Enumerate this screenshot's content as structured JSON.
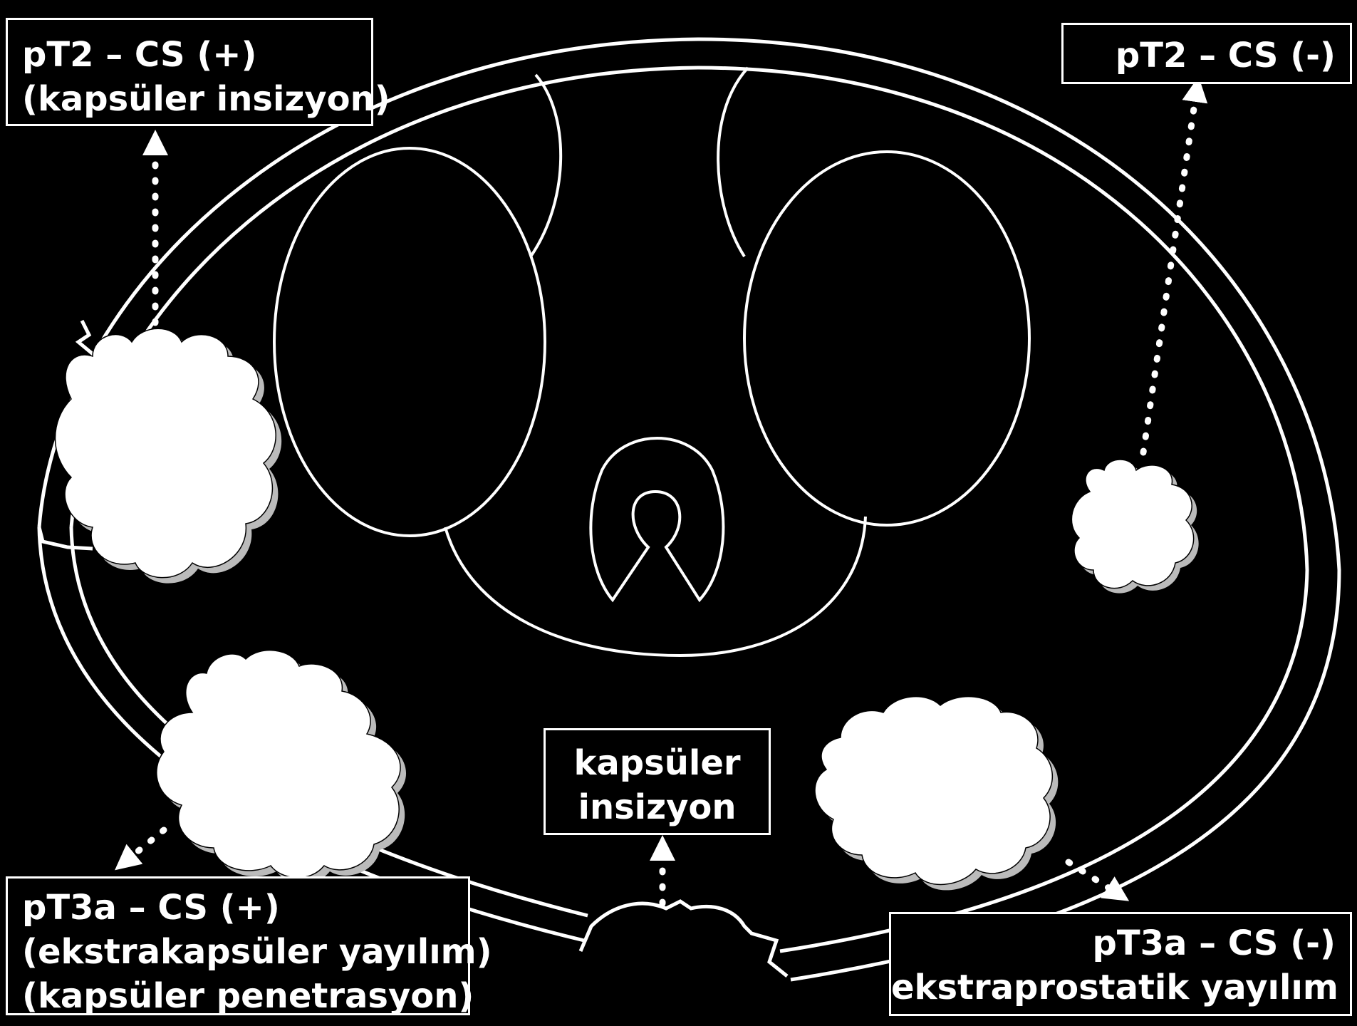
{
  "colors": {
    "background": "#000000",
    "foreground": "#ffffff"
  },
  "labels": {
    "top_left": [
      "pT2 – CS (+)",
      "(kapsüler insizyon)"
    ],
    "top_right": [
      "pT2 – CS (-)"
    ],
    "bottom_center": [
      "kapsüler",
      "insizyon"
    ],
    "bottom_left": [
      "pT3a – CS (+)",
      "(ekstrakapsüler yayılım)",
      "(kapsüler penetrasyon)"
    ],
    "bottom_right": [
      "pT3a – CS (-)",
      "ekstraprostatik yayılım"
    ]
  }
}
